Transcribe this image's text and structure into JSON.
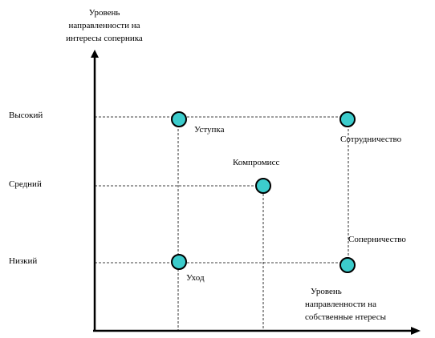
{
  "y_axis": {
    "title_lines": [
      "Уровень",
      "направленности на",
      "интересы соперника"
    ],
    "levels": [
      "Высокий",
      "Средний",
      "Низкий"
    ]
  },
  "x_axis": {
    "title_lines": [
      "Уровень",
      "направленности на",
      "собственные нтересы"
    ]
  },
  "strategies": [
    {
      "label": "Уступка"
    },
    {
      "label": "Сотрудничество"
    },
    {
      "label": "Компромисс"
    },
    {
      "label": "Соперничество"
    },
    {
      "label": "Уход"
    }
  ],
  "colors": {
    "marker_fill": "#3ccccc",
    "marker_stroke": "#000000",
    "axis": "#000000",
    "guide": "#000000"
  }
}
